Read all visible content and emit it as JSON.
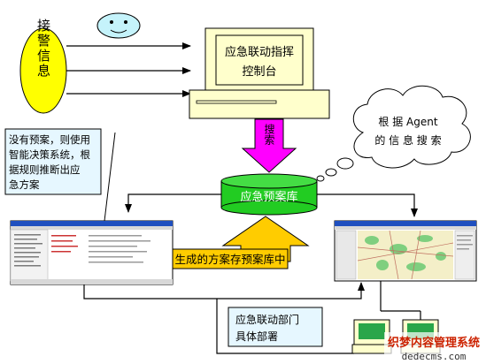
{
  "diagram": {
    "alarm_info": "接警信息",
    "console_label_line1": "应急联动指挥",
    "console_label_line2": "控制台",
    "search_label": "搜索",
    "agent_cloud_line1": "根 据 Agent",
    "agent_cloud_line2": "的 信 息 搜 索",
    "db_label": "应急预案库",
    "note_line1": "没有预案，则使用",
    "note_line2": "智能决策系统，根",
    "note_line3": "据规则推断出应",
    "note_line4": "急方案",
    "store_label": "生成的方案存预案库中",
    "deploy_line1": "应急联动部门",
    "deploy_line2": "具体部署"
  },
  "watermark": {
    "line1": "织梦内容管理系统",
    "line2": "dedecms.com"
  },
  "colors": {
    "ellipse_fill": "#ffff00",
    "console_fill": "#ffffcc",
    "db_fill": "#22cc22",
    "search_arrow": "#ff00ff",
    "store_arrow": "#ffcc00",
    "note_fill": "#e6f7ff",
    "smiley_fill": "#c5f3fb"
  }
}
